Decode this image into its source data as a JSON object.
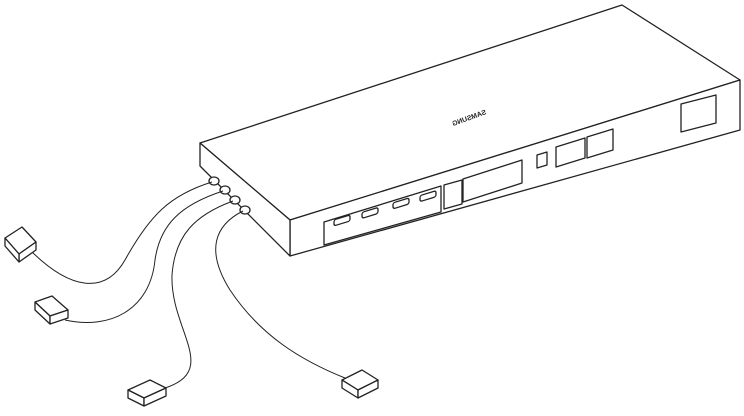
{
  "diagram": {
    "subject": "one-connect-box",
    "logo_text": "SAMSUNG",
    "line_color": "#222222",
    "background": "#ffffff",
    "hdmi_port_count": 4,
    "cable_count": 4
  }
}
